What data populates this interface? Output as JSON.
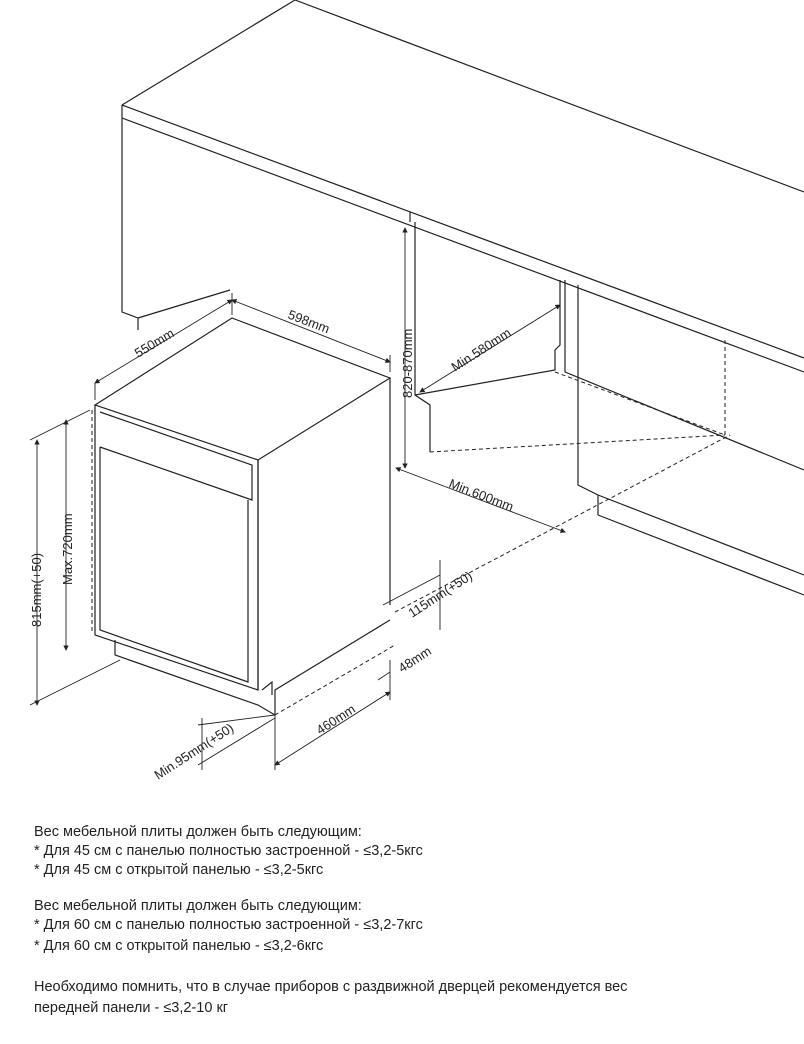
{
  "dimensions": {
    "depth": "550mm",
    "width": "598mm",
    "height_total": "815mm(+50)",
    "height_max_panel": "Max.720mm",
    "niche_height": "820-870mm",
    "niche_depth": "Min.580mm",
    "niche_width": "Min.600mm",
    "plinth_height": "115mm(+50)",
    "plinth_offset": "48mm",
    "plinth_depth": "460mm",
    "door_gap": "Min.95mm(+50)"
  },
  "notes": {
    "block1": {
      "title": "Вес мебельной плиты должен быть следующим:",
      "items": [
        "* Для 45 см с панелью полностью застроенной - ≤3,2-5кгс",
        "* Для 45 см с открытой панелью - ≤3,2-5кгс"
      ]
    },
    "block2": {
      "title": "Вес мебельной плиты должен быть следующим:",
      "items": [
        "* Для 60 см с панелью полностью застроенной - ≤3,2-7кгс",
        "* Для 60 см с открытой панелью - ≤3,2-6кгс"
      ]
    },
    "block3": {
      "line1": "Необходимо помнить, что в случае приборов с раздвижной дверцей рекомендуется вес",
      "line2": "передней панели - ≤3,2-10 кг"
    }
  }
}
